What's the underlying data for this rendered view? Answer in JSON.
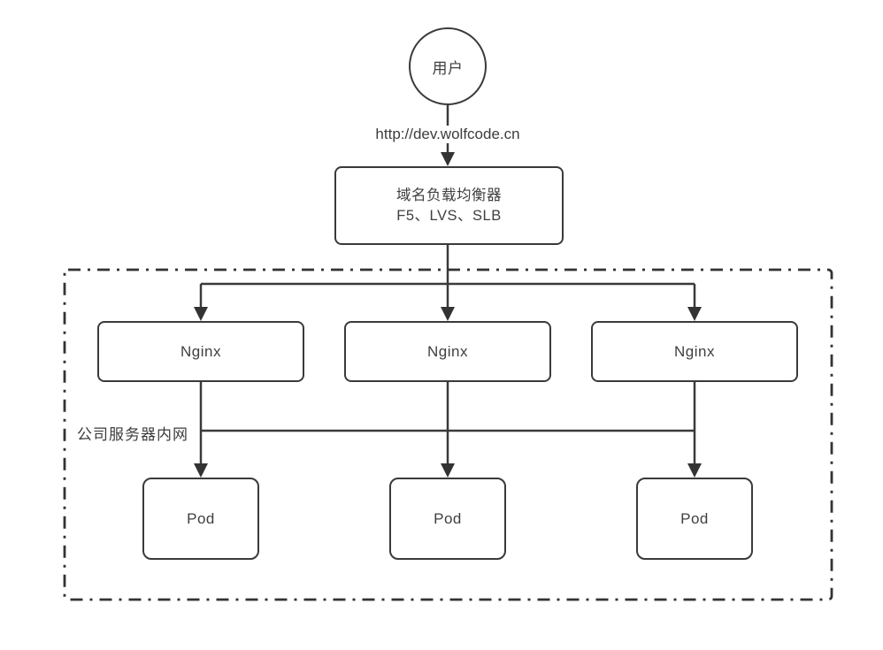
{
  "diagram": {
    "title_hint": "kubernetes-ingress-architecture",
    "user_node": {
      "label": "用户"
    },
    "request_url": {
      "label": "http://dev.wolfcode.cn"
    },
    "load_balancer": {
      "line1": "域名负载均衡器",
      "line2": "F5、LVS、SLB"
    },
    "intranet_zone": {
      "label": "公司服务器内网"
    },
    "nginx_nodes": [
      {
        "label": "Nginx"
      },
      {
        "label": "Nginx"
      },
      {
        "label": "Nginx"
      }
    ],
    "pod_nodes": [
      {
        "label": "Pod"
      },
      {
        "label": "Pod"
      },
      {
        "label": "Pod"
      }
    ],
    "colors": {
      "stroke": "#3a3a3a",
      "text": "#3f3f3f",
      "background": "#ffffff"
    }
  }
}
